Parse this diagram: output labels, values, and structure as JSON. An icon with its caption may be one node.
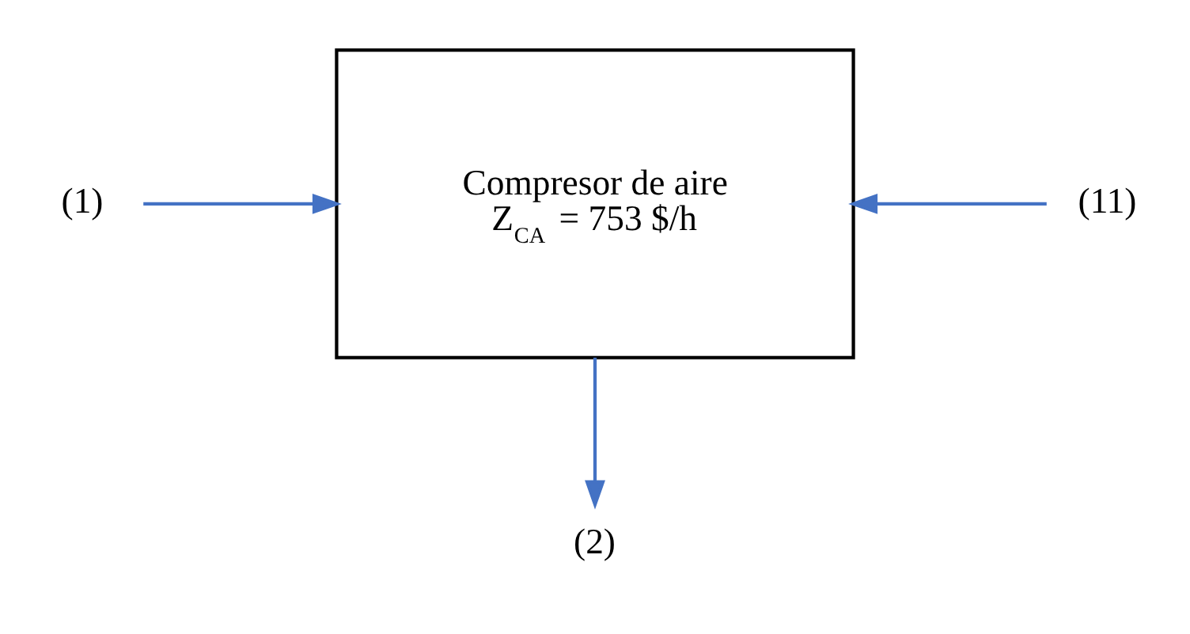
{
  "diagram": {
    "nodes": [
      {
        "text": [
          "(1)"
        ]
      },
      {
        "text": [
          "Compresor de aire",
          "Z$_{CA}$ = 753 $/h"
        ]
      },
      {
        "text": [
          "(11)"
        ]
      },
      {
        "text": [
          "(2)"
        ]
      }
    ],
    "edges": [
      {
        "from": 0,
        "to": 1,
        "arrow": "to"
      },
      {
        "from": 2,
        "to": 1,
        "arrow": "to"
      },
      {
        "from": 1,
        "to": 3,
        "arrow": "to"
      }
    ]
  }
}
